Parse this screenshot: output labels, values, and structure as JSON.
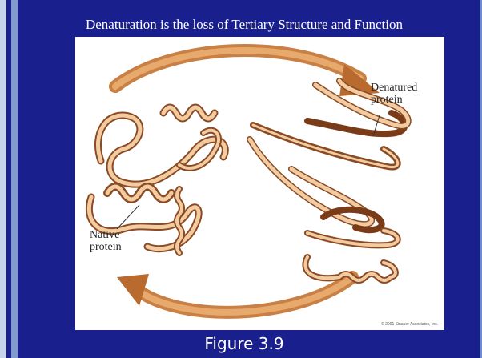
{
  "slide": {
    "title": "Denaturation is the loss of Tertiary Structure and Function",
    "caption": "Figure 3.9",
    "colors": {
      "background": "#1a1f8e",
      "accent_bar": "#7f9bd0",
      "ribbon_light": "#f1c79c",
      "ribbon_dark": "#8a4b24",
      "arrow": "#d18a4c"
    }
  },
  "figure": {
    "label_denatured_line1": "Denatured",
    "label_denatured_line2": "protein",
    "label_native_line1": "Native",
    "label_native_line2": "protein",
    "copyright": "© 2001 Sinauer Associates, Inc."
  }
}
